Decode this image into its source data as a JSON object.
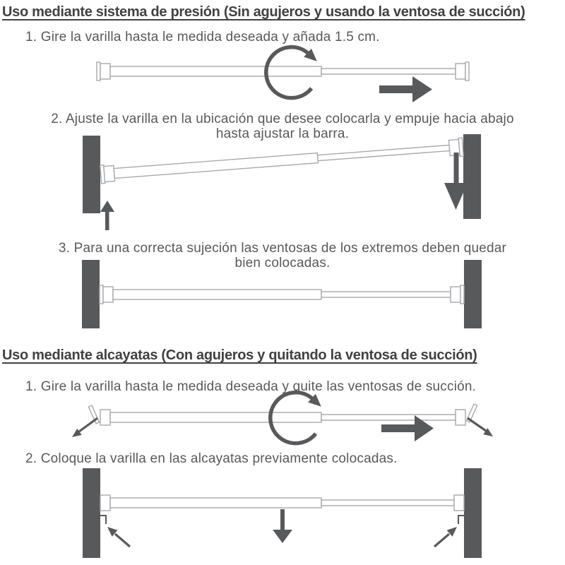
{
  "colors": {
    "background": "#ffffff",
    "wall": "#58595b",
    "arrow": "#58595b",
    "rod_outline": "#a7a9ac",
    "body_text": "#58595b",
    "title_text": "#414042"
  },
  "sections": [
    {
      "title": "Uso mediante sistema de presión (Sin agujeros y usando la ventosa de succión)",
      "steps": [
        {
          "text": "1. Gire la varilla hasta le medida deseada y añada 1.5 cm."
        },
        {
          "text_line1": "2. Ajuste la varilla en la ubicación que desee colocarla y empuje hacia abajo",
          "text_line2": "hasta ajustar la barra."
        },
        {
          "text_line1": "3. Para una correcta sujeción las ventosas de los extremos deben quedar",
          "text_line2": "bien colocadas."
        }
      ]
    },
    {
      "title": "Uso mediante alcayatas (Con agujeros y quitando la ventosa de succión)",
      "steps": [
        {
          "text": "1. Gire la varilla hasta le medida deseada y quite las ventosas de succión."
        },
        {
          "text": "2. Coloque la varilla en las alcayatas previamente colocadas."
        }
      ]
    }
  ],
  "icons": {
    "rotate": "rotate-clockwise-arrow",
    "extend": "right-arrow",
    "push_up": "up-arrow",
    "push_down": "down-arrow",
    "remove_suction": "diagonal-out-arrow",
    "hang_on_hook": "diagonal-in-arrow"
  }
}
